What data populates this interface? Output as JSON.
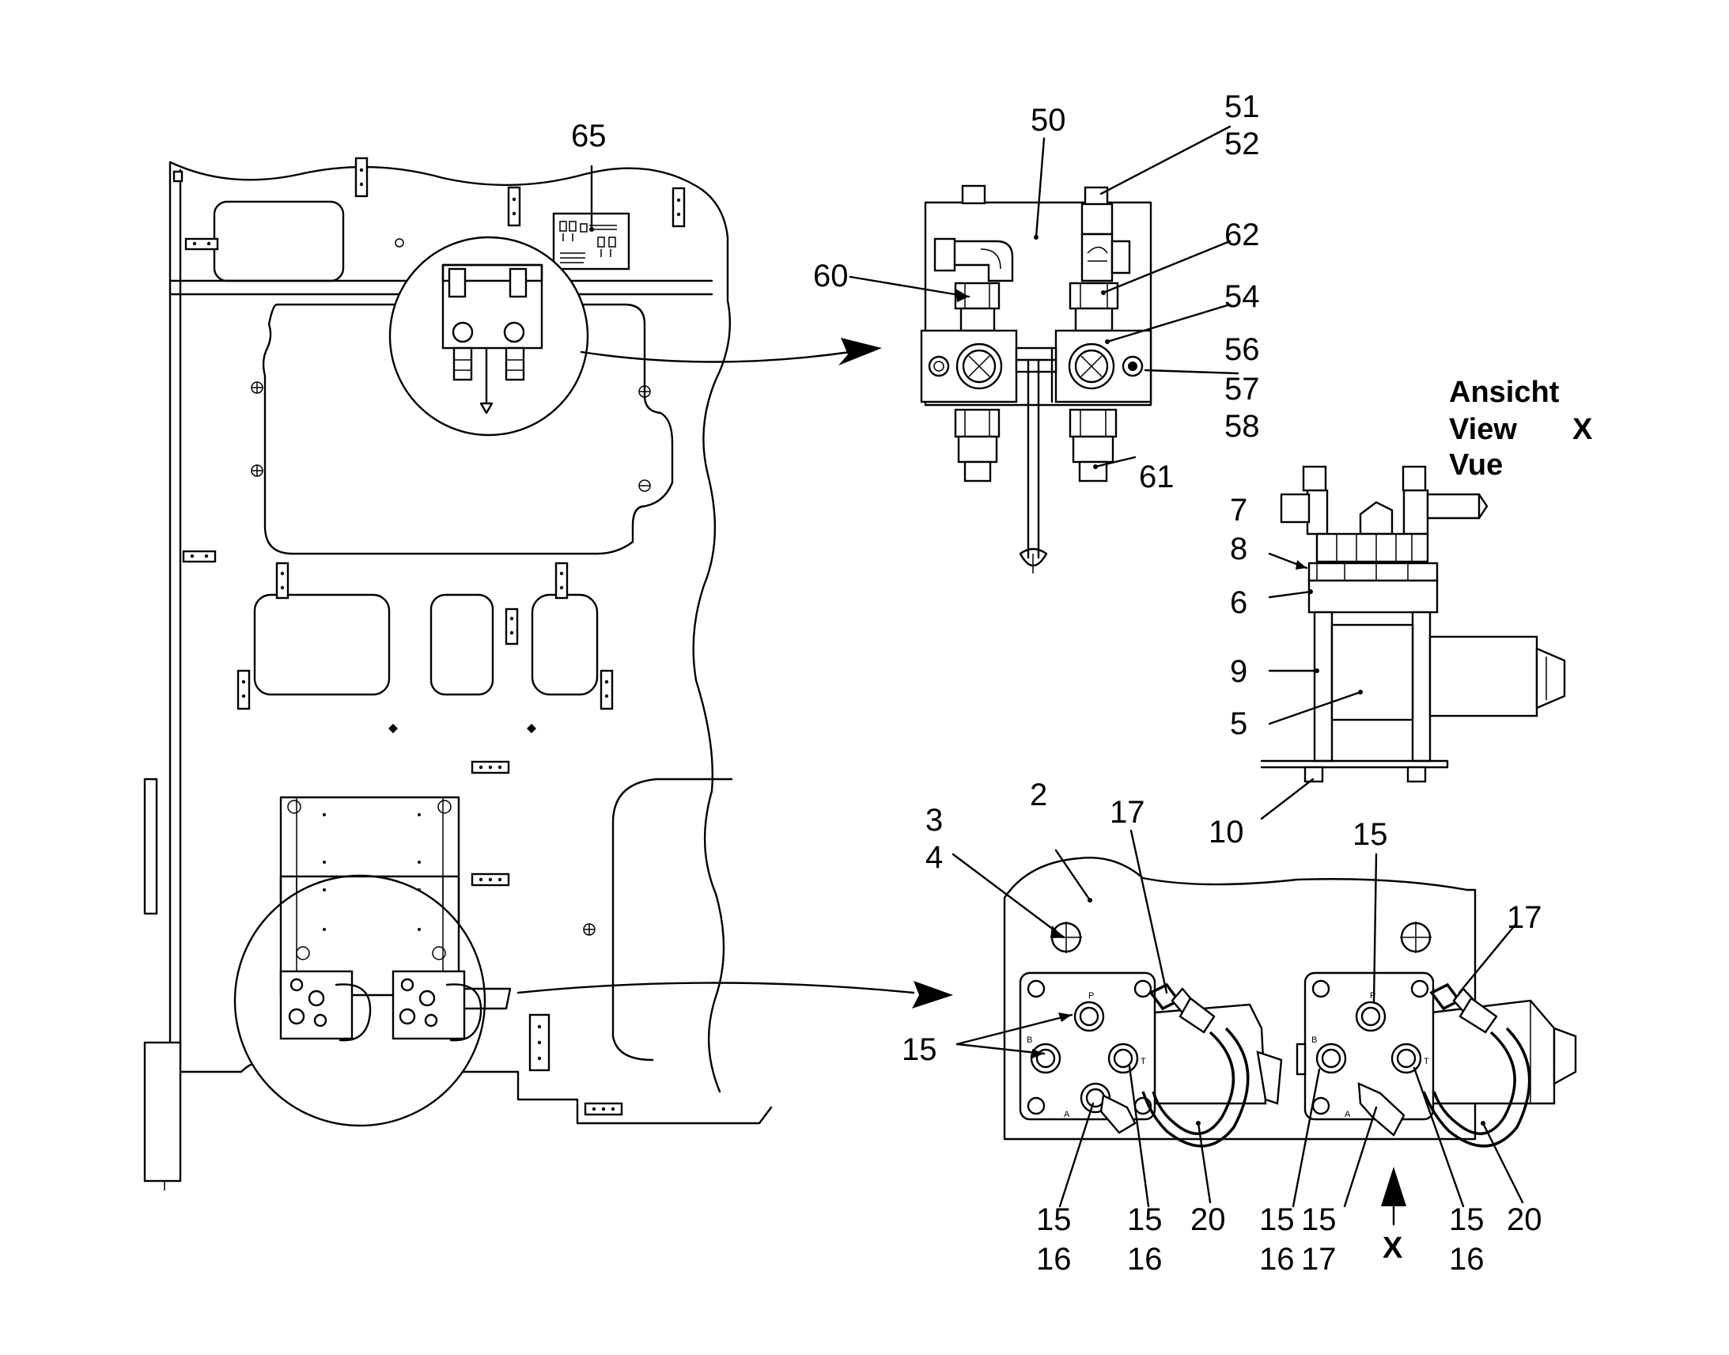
{
  "callouts": {
    "c65": "65",
    "c50": "50",
    "c51": "51",
    "c52": "52",
    "c60": "60",
    "c62": "62",
    "c54": "54",
    "c56": "56",
    "c57": "57",
    "c58": "58",
    "c61": "61",
    "c7": "7",
    "c8": "8",
    "c6": "6",
    "c9": "9",
    "c5": "5",
    "c10": "10",
    "c2": "2",
    "c3": "3",
    "c4": "4",
    "c17a": "17",
    "c15top": "15",
    "c17b": "17",
    "c15left": "15",
    "b1_15": "15",
    "b1_16": "16",
    "b2_15": "15",
    "b2_16": "16",
    "b3_20": "20",
    "b4_15": "15",
    "b4_16": "16",
    "b5_15": "15",
    "b5_17": "17",
    "b6_15": "15",
    "b6_16": "16",
    "b7_20": "20"
  },
  "view_title": {
    "line1": "Ansicht",
    "line2": "View",
    "line3": "Vue",
    "letter": "X"
  },
  "view_arrow_letter": "X",
  "port_letters": {
    "p": "P",
    "b": "B",
    "t": "T",
    "a": "A"
  }
}
